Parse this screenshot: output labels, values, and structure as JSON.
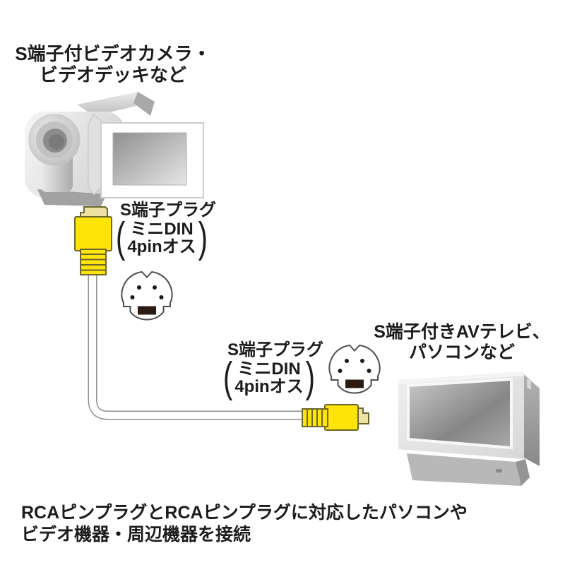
{
  "source_device": {
    "label_line1": "S端子付ビデオカメラ・",
    "label_line2": "ビデオデッキなど"
  },
  "dest_device": {
    "label_line1": "S端子付きAVテレビ、",
    "label_line2": "パソコンなど"
  },
  "plug_upper": {
    "title": "S端子プラグ",
    "paren_open": "(",
    "detail_line1": "ミニDIN",
    "detail_line2": "4pinオス",
    "paren_close": ")"
  },
  "plug_lower": {
    "title": "S端子プラグ",
    "paren_open": "(",
    "detail_line1": "ミニDIN",
    "detail_line2": "4pinオス",
    "paren_close": ")"
  },
  "caption": {
    "line1": "RCAピンプラグとRCAピンプラグに対応したパソコンや",
    "line2": "ビデオ機器・周辺機器を接続"
  },
  "icons": {
    "camera": "camcorder-illustration",
    "tv": "tv-illustration",
    "cable": "s-video-cable",
    "din_face": "mini-din-4pin-male-face"
  },
  "colors": {
    "bg": "#ffffff",
    "text": "#1c1c1c",
    "plug_yellow": "#ffe408",
    "plug_tip": "#ede2a2",
    "plug_outline": "#6b672f",
    "cable_fill": "#ffffff",
    "cable_outline": "#8f8f8f",
    "din_outline": "#4d4d4d",
    "din_pin": "#1a1a1a",
    "din_key": "#2b1b10"
  }
}
